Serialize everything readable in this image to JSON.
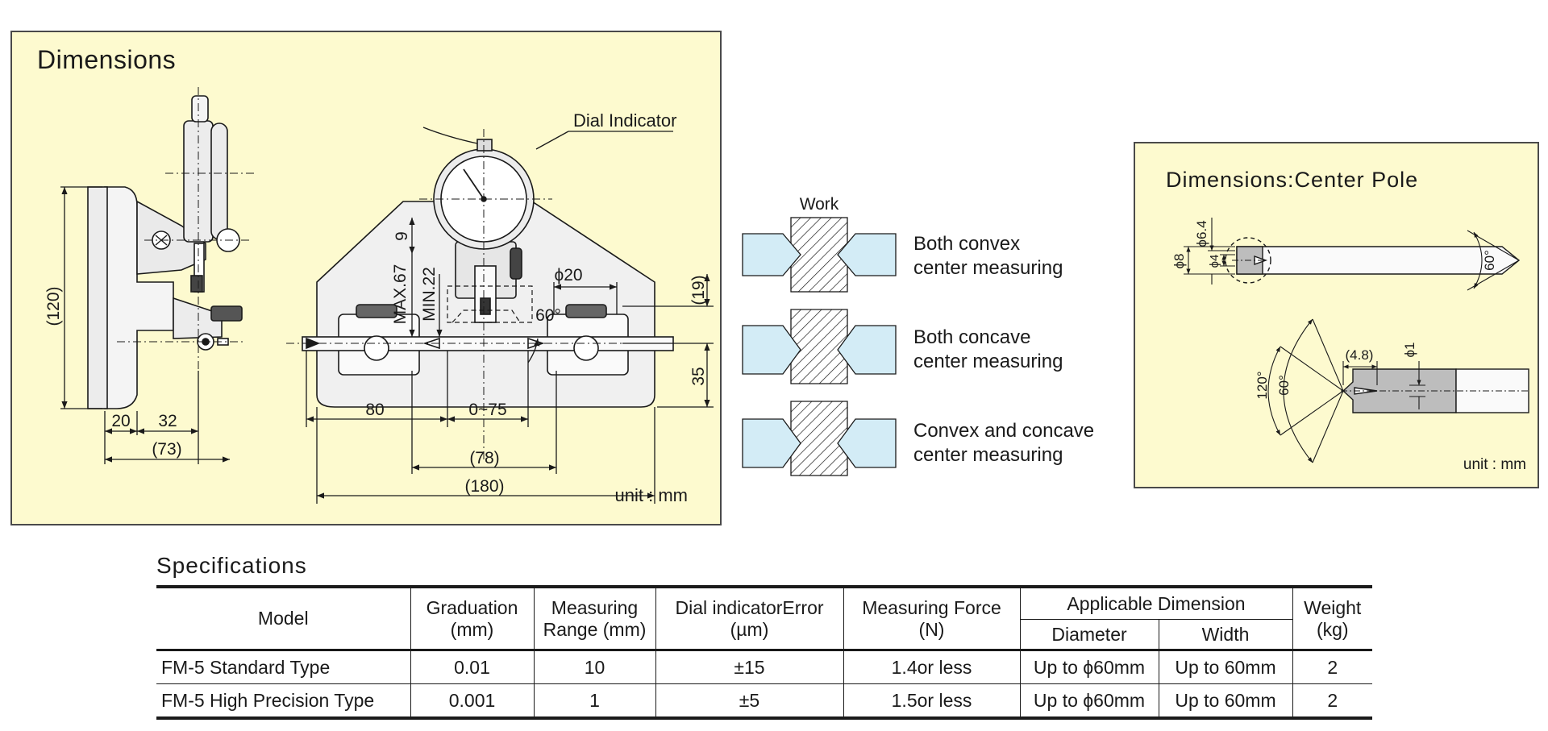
{
  "dimensions": {
    "title": "Dimensions",
    "unit": "unit : mm",
    "callout_dial": "Dial Indicator",
    "labels": {
      "d120": "(120)",
      "d20": "20",
      "d32": "32",
      "d73": "(73)",
      "d9": "9",
      "max67": "MAX.67",
      "min22": "MIN.22",
      "phi20": "ϕ20",
      "a60": "60°",
      "d19": "(19)",
      "d35": "35",
      "d80": "80",
      "r075": "0~75",
      "d78": "(78)",
      "d180": "(180)"
    }
  },
  "work": {
    "label": "Work",
    "modes": [
      {
        "line1": "Both convex",
        "line2": "center measuring"
      },
      {
        "line1": "Both concave",
        "line2": "center measuring"
      },
      {
        "line1": "Convex and concave",
        "line2": "center measuring"
      }
    ]
  },
  "center_pole": {
    "title": "Dimensions:Center Pole",
    "unit": "unit : mm",
    "labels": {
      "phi64": "ϕ6.4",
      "phi8": "ϕ8",
      "phi4": "ϕ4",
      "a60": "60°",
      "a120": "120°",
      "a60b": "60°",
      "d48": "(4.8)",
      "phi1": "ϕ1"
    }
  },
  "specifications": {
    "title": "Specifications",
    "headers": {
      "model": "Model",
      "graduation": [
        "Graduation",
        "(mm)"
      ],
      "range": [
        "Measuring",
        "Range (mm)"
      ],
      "error": [
        "Dial indicatorError",
        "(µm)"
      ],
      "force": [
        "Measuring Force",
        "(N)"
      ],
      "applicable": "Applicable Dimension",
      "diameter": "Diameter",
      "width": "Width",
      "weight": [
        "Weight",
        "(kg)"
      ]
    },
    "rows": [
      {
        "model": "FM-5 Standard Type",
        "graduation": "0.01",
        "range": "10",
        "error": "±15",
        "force": "1.4or less",
        "diameter": "Up to ϕ60mm",
        "width": "Up to 60mm",
        "weight": "2"
      },
      {
        "model": "FM-5 High Precision Type",
        "graduation": "0.001",
        "range": "1",
        "error": "±5",
        "force": "1.5or less",
        "diameter": "Up to ϕ60mm",
        "width": "Up to 60mm",
        "weight": "2"
      }
    ]
  }
}
